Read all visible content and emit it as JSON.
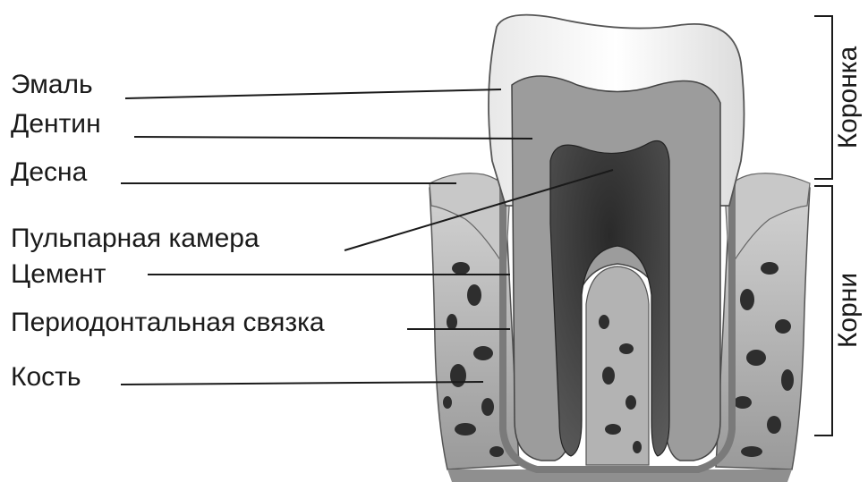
{
  "labels": {
    "enamel": "Эмаль",
    "dentin": "Дентин",
    "gum": "Десна",
    "pulp_chamber": "Пульпарная камера",
    "cementum": "Цемент",
    "periodontal_ligament": "Периодонтальная связка",
    "bone": "Кость"
  },
  "brackets": {
    "crown": "Коронка",
    "root": "Корни"
  },
  "colors": {
    "enamel": "#f4f4f4",
    "dentin": "#9c9c9c",
    "pulp": "#3a3a3a",
    "bone": "#b8b8b8",
    "bone_holes": "#2e2e2e",
    "gum": "#c8c8c8",
    "leader": "#1a1a1a"
  }
}
